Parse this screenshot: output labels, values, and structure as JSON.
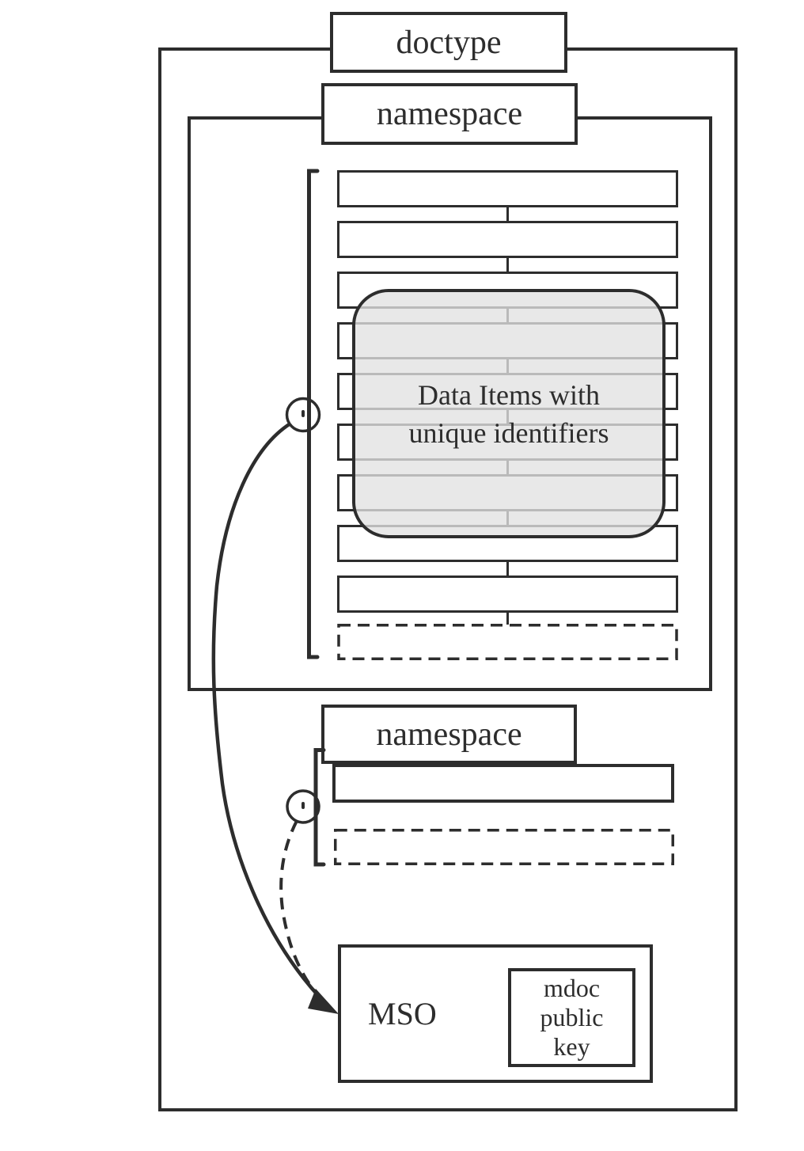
{
  "diagram": {
    "doctype": {
      "label": "doctype"
    },
    "namespace_top": {
      "label": "namespace"
    },
    "data_items_overlay": {
      "line1": "Data Items with",
      "line2": "unique identifiers"
    },
    "stack": {
      "solid_box_count": 9,
      "dashed_box_count": 1
    },
    "namespace_bottom": {
      "label": "namespace",
      "solid_box_count": 1,
      "dashed_box_count": 1
    },
    "mso": {
      "label": "MSO"
    },
    "mdoc_public_key": {
      "line1": "mdoc",
      "line2": "public",
      "line3": "key"
    },
    "colors": {
      "stroke": "#2d2d2d",
      "overlay_fill": "#e2e2e2",
      "background": "#ffffff"
    }
  }
}
